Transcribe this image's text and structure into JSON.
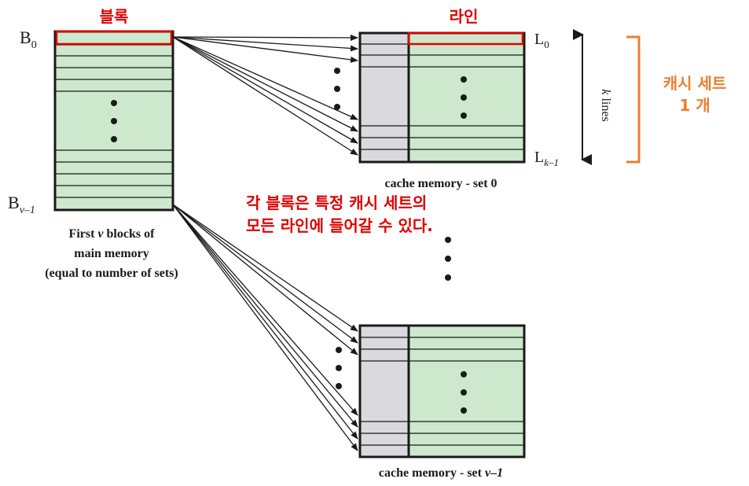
{
  "labels": {
    "block_label": "블록",
    "line_label": "라인",
    "b0": {
      "main": "B",
      "sub": "0"
    },
    "bv1": {
      "main": "B",
      "sub": "v–1"
    },
    "l0": {
      "main": "L",
      "sub": "0"
    },
    "lk1": {
      "main": "L",
      "sub": "k–1"
    },
    "k_lines": {
      "var": "k",
      "rest": " lines"
    },
    "main_memory_caption": {
      "line1_pre": "First ",
      "line1_var": "v",
      "line1_post": " blocks of",
      "line2": "main memory",
      "line3": "(equal to number of sets)"
    },
    "set0_caption": "cache memory - set 0",
    "setv1_caption_pre": "cache memory - set ",
    "setv1_caption_var": "v–1",
    "cache_set_note": {
      "line1": "캐시 세트",
      "line2": "1 개"
    },
    "main_note": {
      "line1": "각 블록은 특정 캐시 세트의",
      "line2": "모든 라인에 들어갈 수 있다."
    }
  },
  "colors": {
    "block_fill": "#cde8cd",
    "tag_fill": "#d9d9de",
    "border": "#1a1a1a",
    "highlight_red": "#e00000",
    "note_orange": "#ed7d31"
  }
}
